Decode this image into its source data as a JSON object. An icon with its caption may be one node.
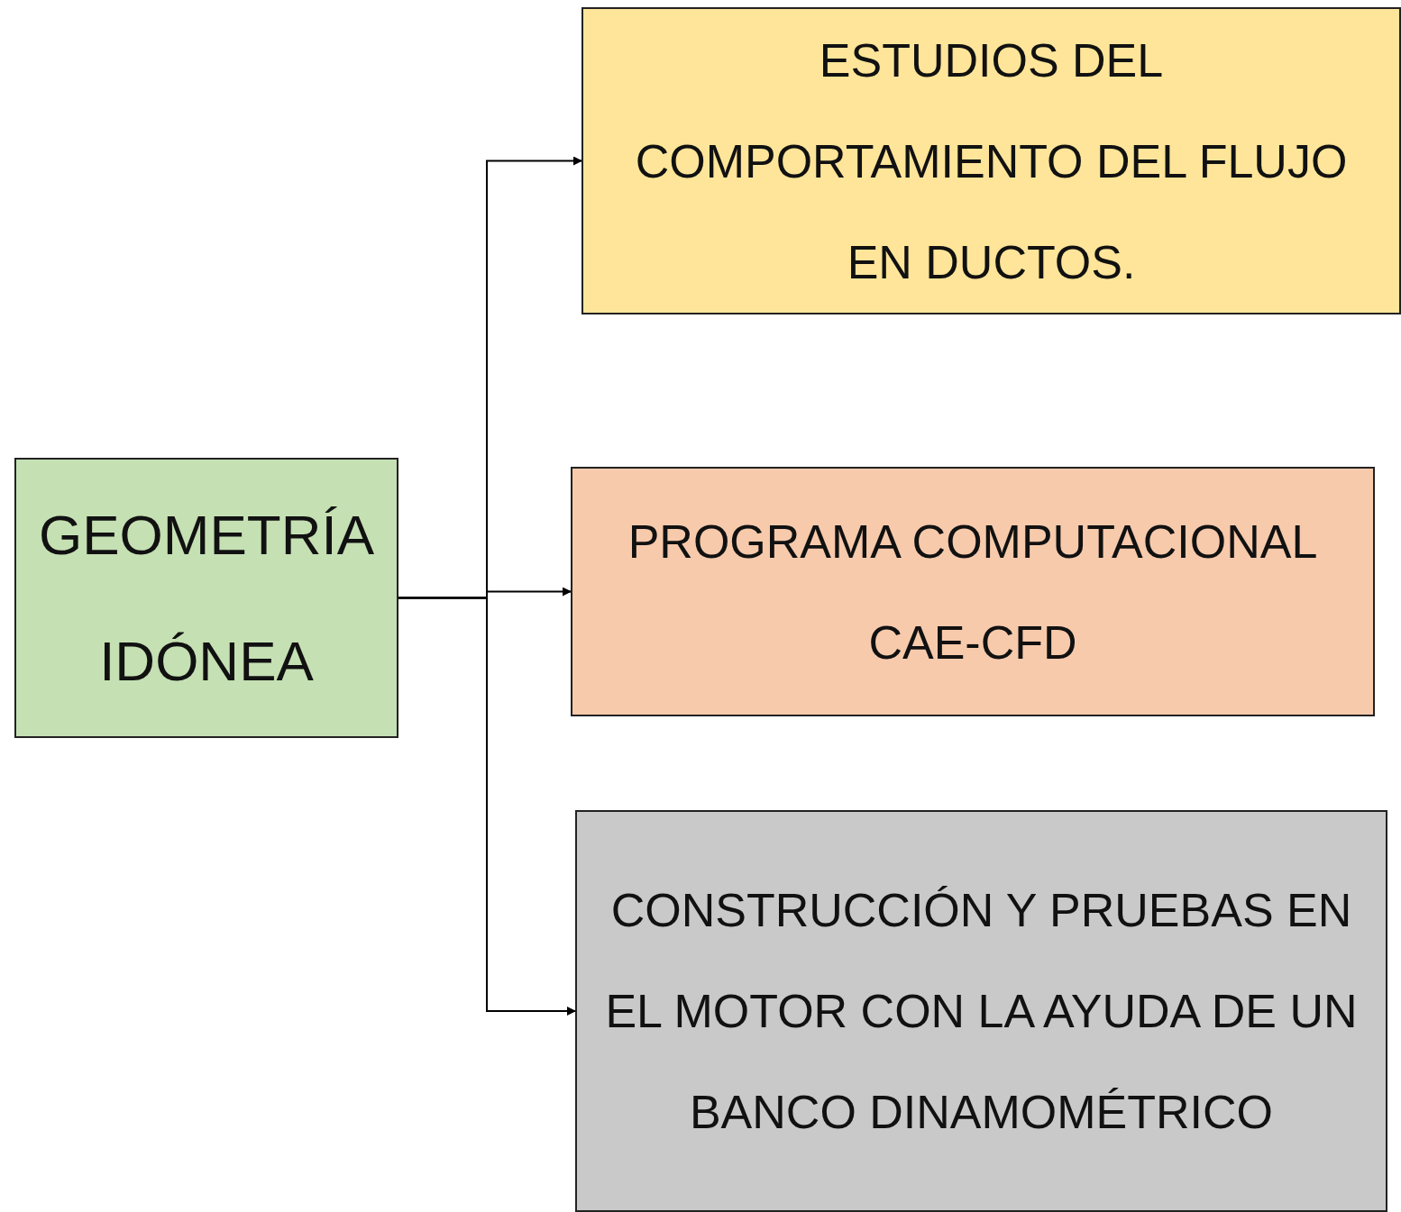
{
  "diagram": {
    "nodes": [
      {
        "text": [
          "GEOMETRÍA IDÓNEA"
        ]
      },
      {
        "text": [
          "ESTUDIOS DEL COMPORTAMIENTO DEL FLUJO EN DUCTOS."
        ]
      },
      {
        "text": [
          "PROGRAMA COMPUTACIONAL CAE-CFD"
        ]
      },
      {
        "text": [
          "CONSTRUCCIÓN Y PRUEBAS EN EL MOTOR CON LA AYUDA DE UN BANCO DINAMOMÉTRICO"
        ]
      }
    ],
    "edges": [
      {
        "from": 0,
        "to": 1,
        "arrow": "to"
      },
      {
        "from": 0,
        "to": 2,
        "arrow": "to"
      },
      {
        "from": 0,
        "to": 3,
        "arrow": "to"
      }
    ]
  }
}
